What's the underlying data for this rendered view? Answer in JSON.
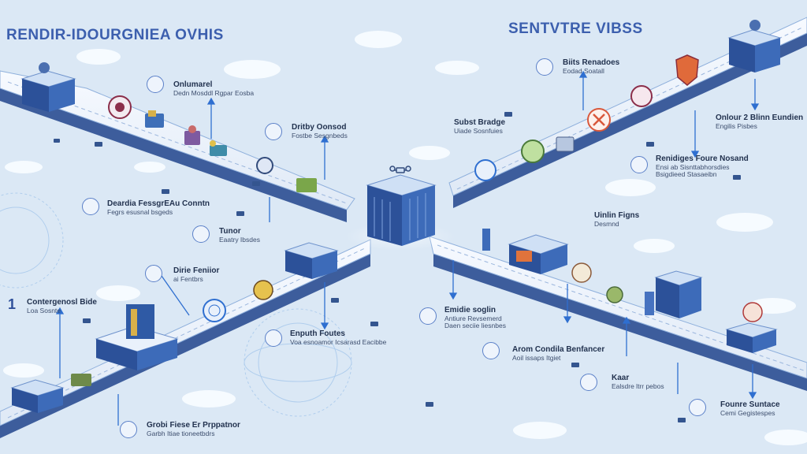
{
  "header": {
    "title_left": "RENDIR-IDOURGNIEA OVHIS",
    "title_right": "SENTVTRE VIBSS"
  },
  "labels": [
    {
      "id": "onlumarel",
      "title": "Onlumarel",
      "subtitle": "Dedn Mosddl Rgpar Eosba"
    },
    {
      "id": "drity-oonsod",
      "title": "Dritby Oonsod",
      "subtitle": "Fostbe Sesgnbeds"
    },
    {
      "id": "deardia",
      "title": "Deardia FessgrEAu Conntn",
      "subtitle": "Fegrs esusnal bsgeds"
    },
    {
      "id": "tunor",
      "title": "Tunor",
      "subtitle": "Eaatry Ibsdes"
    },
    {
      "id": "dirie-fenior",
      "title": "Dirie Feniior",
      "subtitle": "ai Fentbrs"
    },
    {
      "id": "contergenosl",
      "title": "Contergenosl Bide",
      "subtitle": "Loa Sosnte"
    },
    {
      "id": "enputh-foutes",
      "title": "Enputh Foutes",
      "subtitle": "Voa esnoamor Icsarasd Eacibbe"
    },
    {
      "id": "grobi-fiese",
      "title": "Grobi Fiese Er Prppatnor",
      "subtitle": "Garbh Itiae tioneetbdrs"
    },
    {
      "id": "biits-renadoes",
      "title": "Biits Renadoes",
      "subtitle": "Eodad Soatall"
    },
    {
      "id": "subst-bradge",
      "title": "Subst Bradge",
      "subtitle": "Uiade Sosnfuies"
    },
    {
      "id": "onlour-2",
      "title": "Onlour 2 Blinn Eundien",
      "subtitle": "Engilis Pisbes"
    },
    {
      "id": "renidiges",
      "title": "Renidiges Foure Nosand",
      "subtitle": "Ensi ab Sisnttabhorsdies"
    },
    {
      "id": "renidiges-sub2",
      "title": "",
      "subtitle": "Bsigdieed Stasaeibn"
    },
    {
      "id": "unlin-figns",
      "title": "Uinlin Figns",
      "subtitle": "Desmnd"
    },
    {
      "id": "emidie-soglin",
      "title": "Emidie soglin",
      "subtitle": "Antiure Revsemerd"
    },
    {
      "id": "emidie-sub2",
      "title": "",
      "subtitle": "Daen seciie liesnbes"
    },
    {
      "id": "aron-condia",
      "title": "Arom Condila Benfancer",
      "subtitle": "Aoil issaps Itgiet"
    },
    {
      "id": "kaar",
      "title": "Kaar",
      "subtitle": "Ealsdre ltrr pebos"
    },
    {
      "id": "founre-suntace",
      "title": "Founre Suntace",
      "subtitle": "Cemi Gegistespes"
    }
  ],
  "numbers": [
    "1"
  ],
  "colors": {
    "background": "#dbe8f5",
    "road_top": "#f3f7fc",
    "road_side": "#3d5d9c",
    "building": "#2f5aa5",
    "building_top": "#cfe0f5",
    "accent_blue": "#2f6fd0",
    "accent_red": "#d9583b"
  }
}
